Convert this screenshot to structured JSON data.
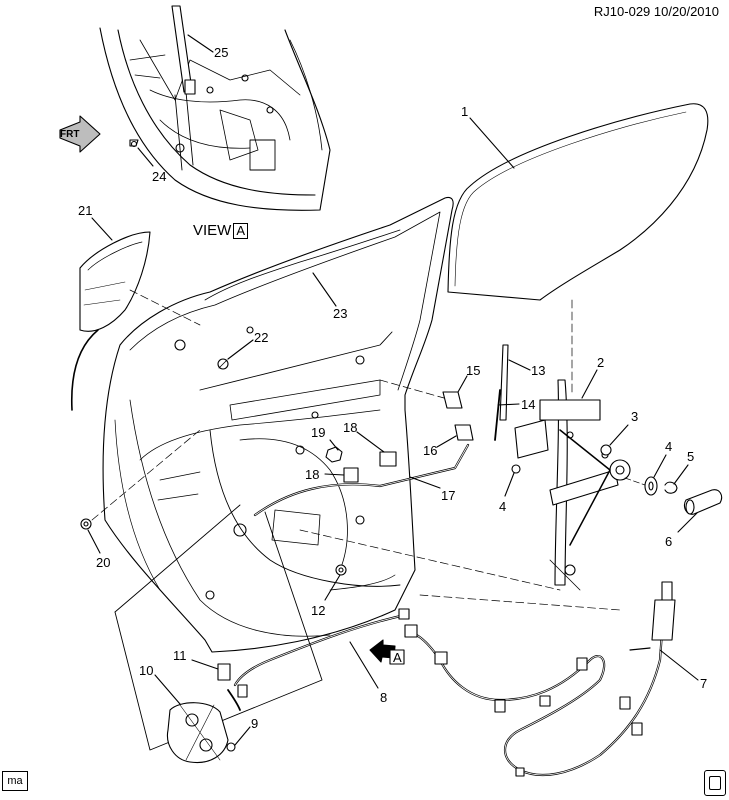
{
  "header": {
    "code": "RJ10-029",
    "date": "10/20/2010"
  },
  "view_label": {
    "text": "VIEW",
    "box": "A"
  },
  "arrow_a": "A",
  "front_marker": "FRT",
  "corner_label": "ma",
  "callouts": {
    "c1": "1",
    "c2": "2",
    "c3": "3",
    "c4a": "4",
    "c4b": "4",
    "c5": "5",
    "c6": "6",
    "c7": "7",
    "c8": "8",
    "c9": "9",
    "c10": "10",
    "c11": "11",
    "c12": "12",
    "c13": "13",
    "c14": "14",
    "c15": "15",
    "c16": "16",
    "c17": "17",
    "c18a": "18",
    "c18b": "18",
    "c19": "19",
    "c20": "20",
    "c21": "21",
    "c22": "22",
    "c23": "23",
    "c24": "24",
    "c25": "25"
  },
  "icons": {
    "front_arrow": "front-direction-arrow-icon",
    "view_arrow": "view-a-arrow-icon",
    "corner_tag": "ma-tag-icon",
    "reference_image": "reference-image-icon"
  }
}
